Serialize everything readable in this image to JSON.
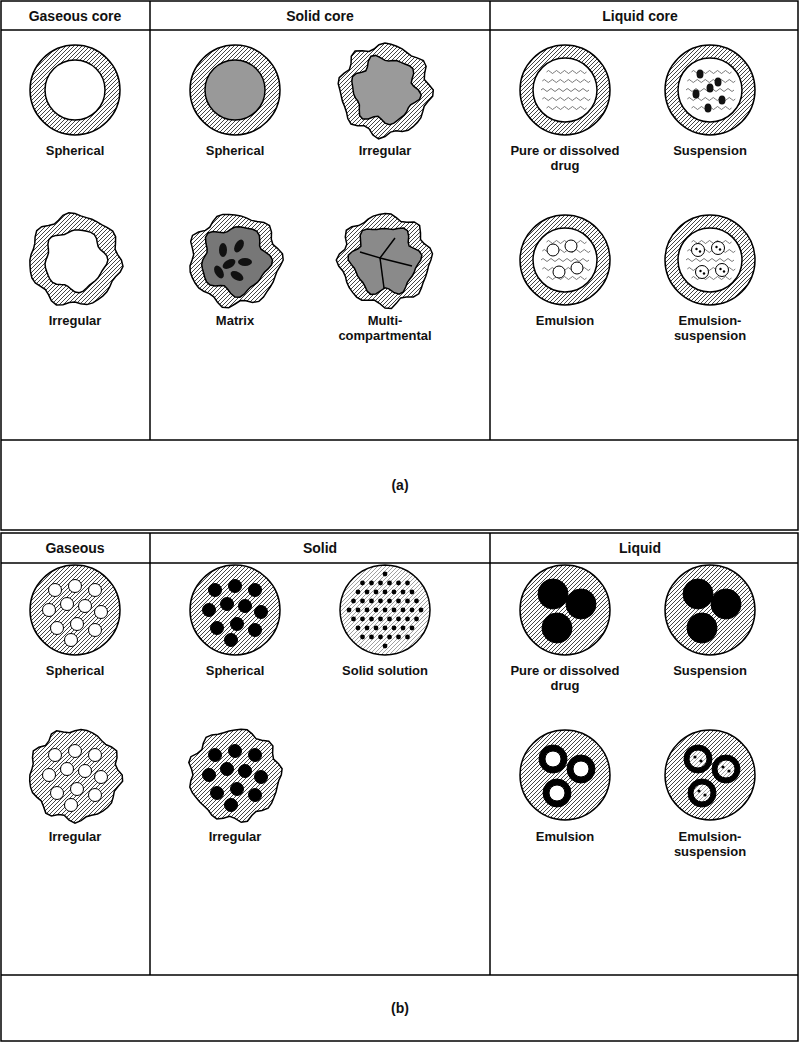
{
  "diagram": {
    "labels": [
      "Gaseous core",
      "Solid core",
      "Liquid core",
      "Spherical",
      "Irregular",
      "Spherical",
      "Irregular",
      "Matrix",
      "Multi-compartmental",
      "Pure or dissolved drug",
      "Suspension",
      "Emulsion",
      "Emulsion-suspension",
      "(a)",
      "Gaseous",
      "Solid",
      "Liquid",
      "Spherical",
      "Spherical",
      "Solid solution",
      "Pure or dissolved drug",
      "Suspension",
      "Irregular",
      "Irregular",
      "Emulsion",
      "Emulsion-suspension",
      "(b)"
    ]
  }
}
